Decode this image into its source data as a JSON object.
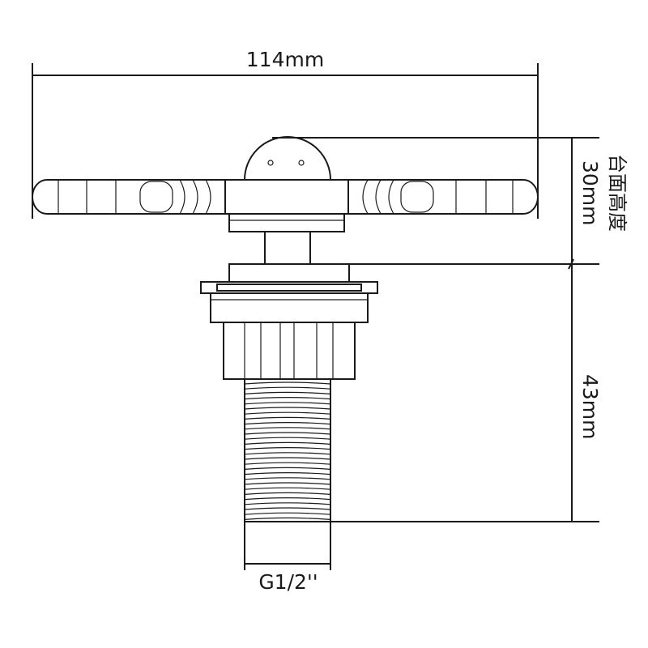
{
  "dimensions": {
    "width_label": "114mm",
    "countertop_height_value": "30mm",
    "countertop_height_caption": "台面高度",
    "length_label": "43mm",
    "thread_label": "G1/2''"
  },
  "colors": {
    "stroke": "#1a1a1a",
    "background": "#ffffff"
  }
}
